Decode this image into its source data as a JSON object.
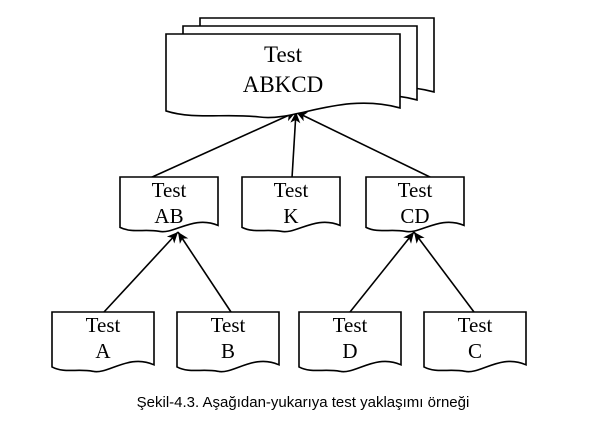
{
  "diagram": {
    "nodes": [
      {
        "id": "ABKCD",
        "line1": "Test",
        "line2": "ABKCD",
        "stacked": true
      },
      {
        "id": "AB",
        "line1": "Test",
        "line2": "AB"
      },
      {
        "id": "K",
        "line1": "Test",
        "line2": "K"
      },
      {
        "id": "CD",
        "line1": "Test",
        "line2": "CD"
      },
      {
        "id": "A",
        "line1": "Test",
        "line2": "A"
      },
      {
        "id": "B",
        "line1": "Test",
        "line2": "B"
      },
      {
        "id": "D",
        "line1": "Test",
        "line2": "D"
      },
      {
        "id": "C",
        "line1": "Test",
        "line2": "C"
      }
    ],
    "edges": [
      {
        "from": "AB",
        "to": "ABKCD"
      },
      {
        "from": "K",
        "to": "ABKCD"
      },
      {
        "from": "CD",
        "to": "ABKCD"
      },
      {
        "from": "A",
        "to": "AB"
      },
      {
        "from": "B",
        "to": "AB"
      },
      {
        "from": "D",
        "to": "CD"
      },
      {
        "from": "C",
        "to": "CD"
      }
    ]
  },
  "caption": "Şekil-4.3. Aşağıdan-yukarıya test yaklaşımı örneği"
}
